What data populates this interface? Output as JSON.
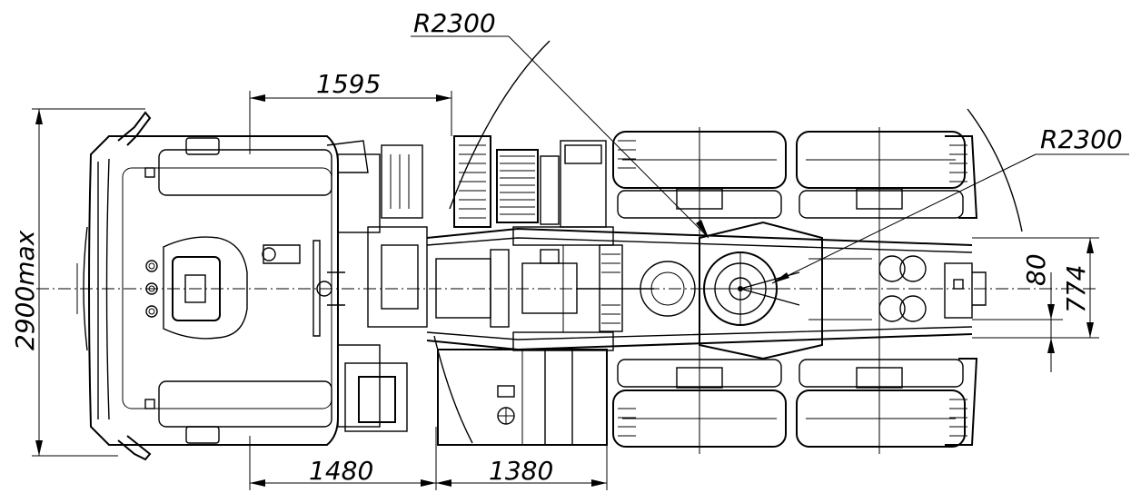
{
  "dimensions": {
    "cab_to_front_axle": "1595",
    "front_overhang": "1480",
    "axle_offset": "1380",
    "overall_width": "2900max",
    "turn_radius_left": "R2300",
    "turn_radius_right": "R2300",
    "kingpin_offset": "80",
    "kingpin_track": "774"
  }
}
